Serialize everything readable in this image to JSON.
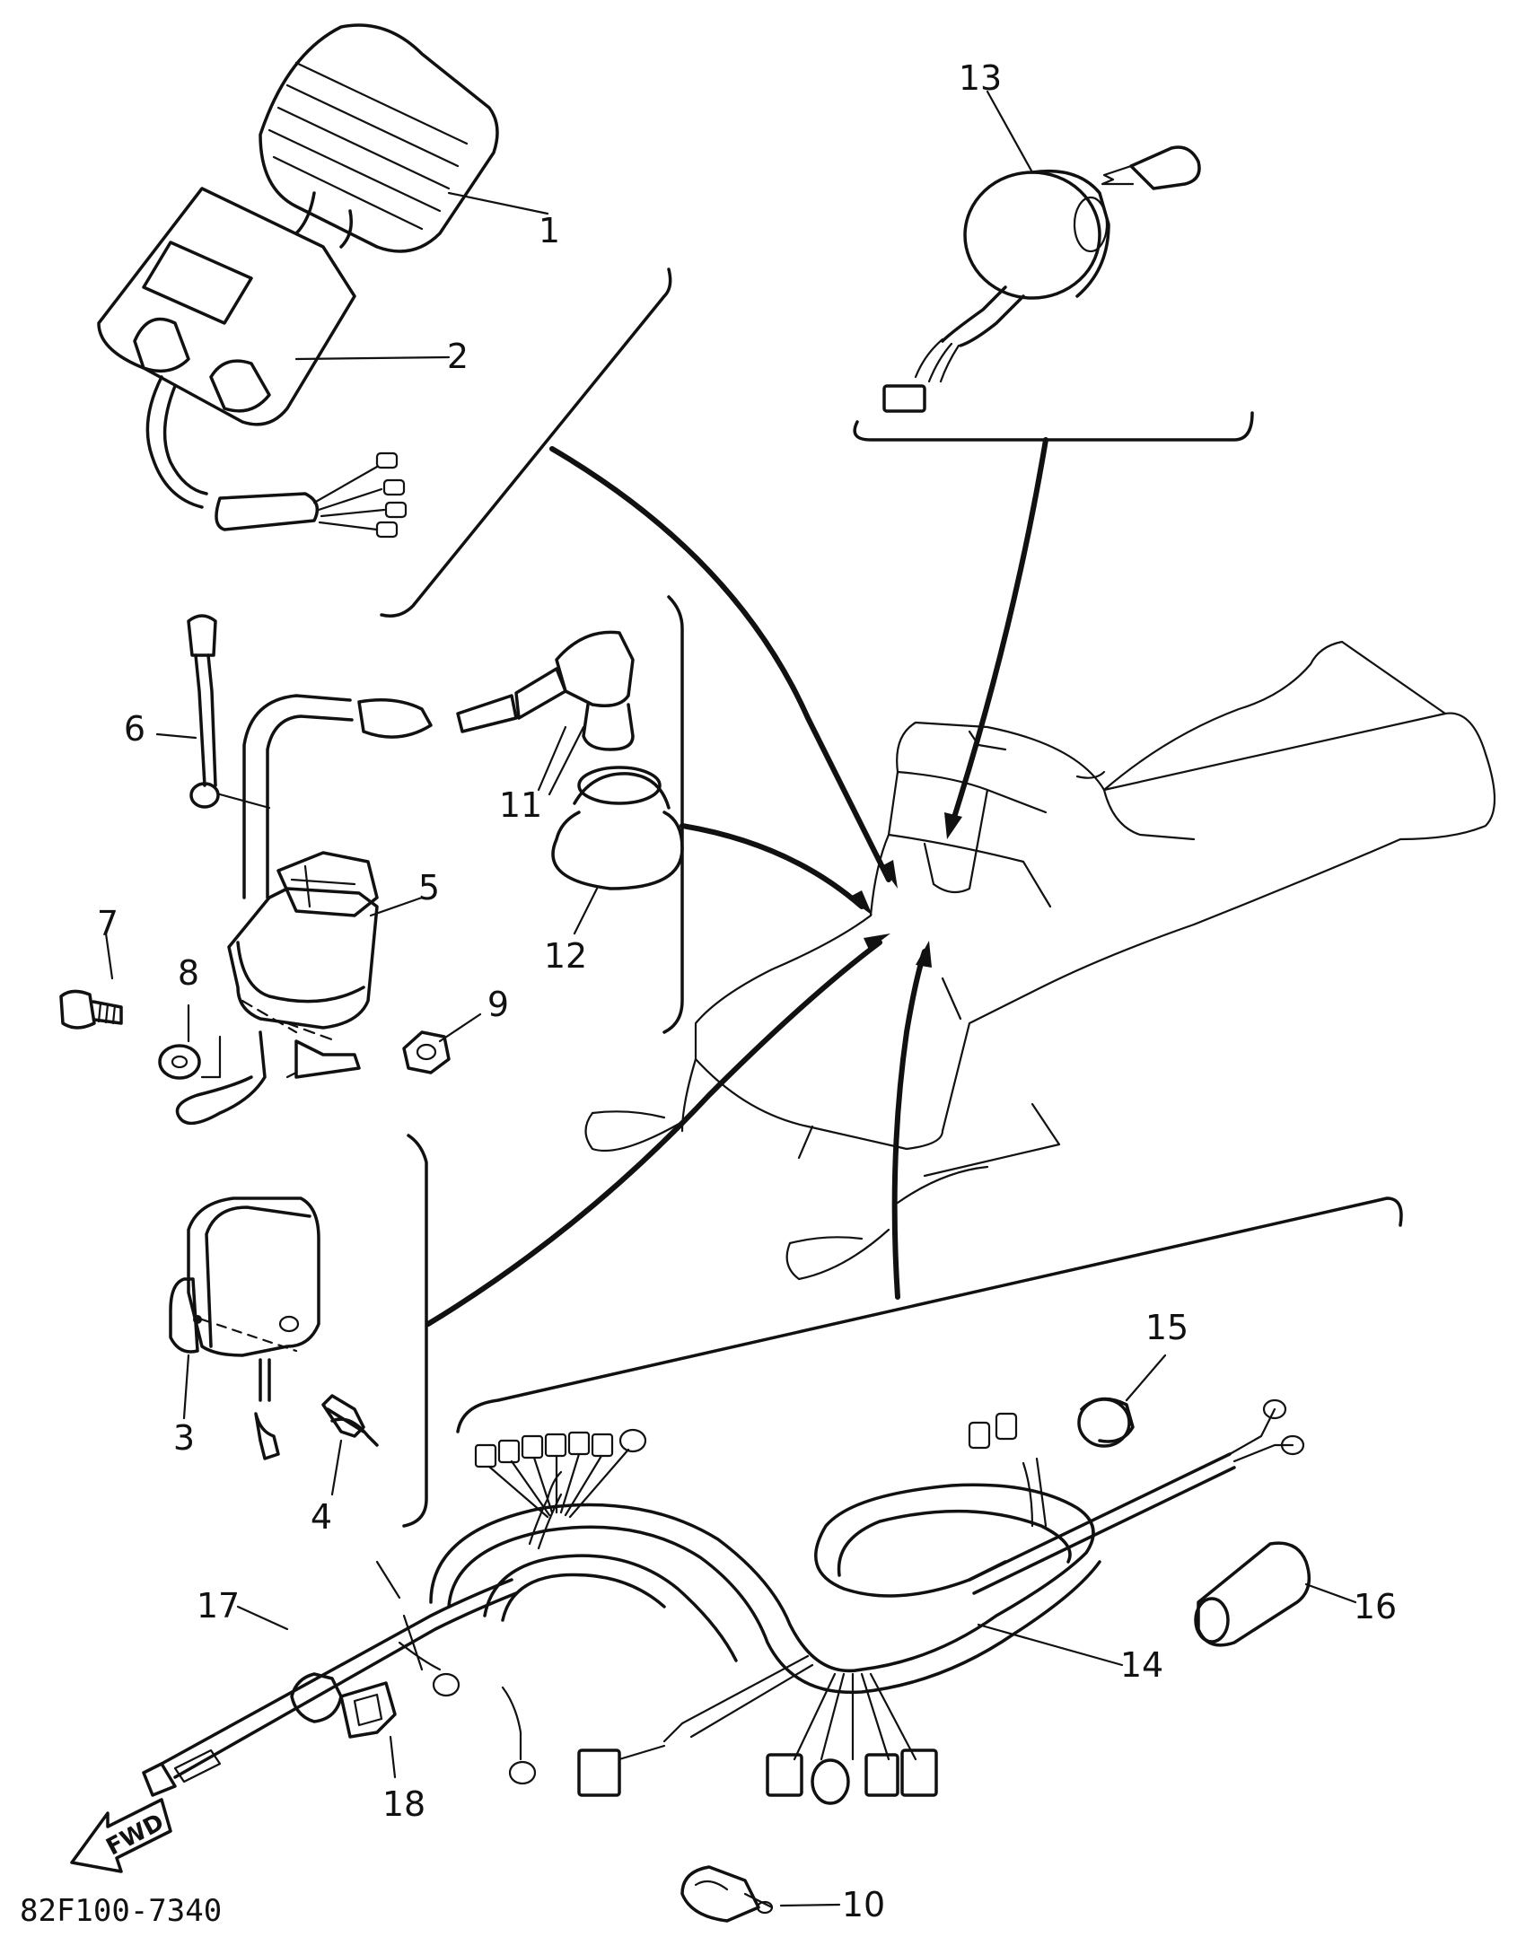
{
  "diagram_code": "82F100-7340",
  "fwd_label": "FWD",
  "parts": [
    {
      "id": "1",
      "icon": "cdi-rubber-cover"
    },
    {
      "id": "2",
      "icon": "cdi-unit"
    },
    {
      "id": "3",
      "icon": "rectifier-regulator"
    },
    {
      "id": "4",
      "icon": "bolt-with-washer"
    },
    {
      "id": "5",
      "icon": "ignition-coil"
    },
    {
      "id": "6",
      "icon": "band"
    },
    {
      "id": "7",
      "icon": "bolt"
    },
    {
      "id": "8",
      "icon": "washer"
    },
    {
      "id": "9",
      "icon": "nut"
    },
    {
      "id": "10",
      "icon": "clamp"
    },
    {
      "id": "11",
      "icon": "spark-plug-cap"
    },
    {
      "id": "12",
      "icon": "grommet"
    },
    {
      "id": "13",
      "icon": "main-switch-with-key"
    },
    {
      "id": "14",
      "icon": "wire-harness"
    },
    {
      "id": "15",
      "icon": "rubber-cap"
    },
    {
      "id": "16",
      "icon": "coupler-cover"
    },
    {
      "id": "17",
      "icon": "lead-cap"
    },
    {
      "id": "18",
      "icon": "connector-holder"
    }
  ]
}
